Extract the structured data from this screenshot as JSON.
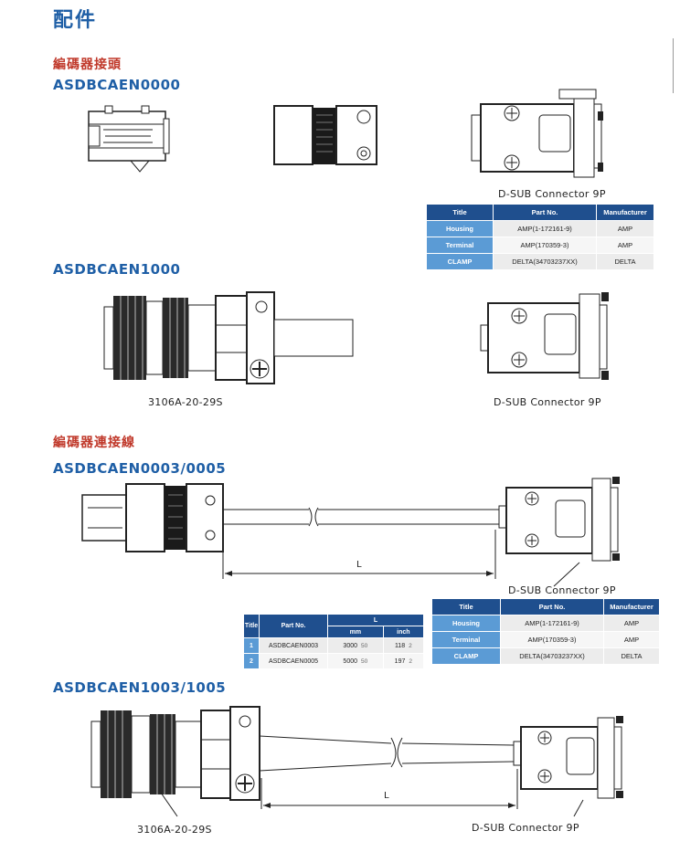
{
  "page": {
    "title": "配件"
  },
  "sections": {
    "encoder_connector": "編碼器接頭",
    "encoder_cable": "編碼器連接線"
  },
  "models": {
    "m0000": "ASDBCAEN0000",
    "m1000": "ASDBCAEN1000",
    "m0003": "ASDBCAEN0003/0005",
    "m1003": "ASDBCAEN1003/1005"
  },
  "captions": {
    "dsub_1": "D-SUB Connector 9P",
    "mil_2": "3106A-20-29S",
    "dsub_2": "D-SUB Connector 9P",
    "dsub_3": "D-SUB Connector 9P",
    "mil_4": "3106A-20-29S",
    "dsub_4": "D-SUB Connector 9P",
    "length_label_3": "L",
    "length_label_4": "L"
  },
  "parts_table_1": {
    "headers": [
      "Title",
      "Part No.",
      "Manufacturer"
    ],
    "rows": [
      [
        "Housing",
        "AMP(1-172161-9)",
        "AMP"
      ],
      [
        "Terminal",
        "AMP(170359-3)",
        "AMP"
      ],
      [
        "CLAMP",
        "DELTA(34703237XX)",
        "DELTA"
      ]
    ]
  },
  "parts_table_2": {
    "headers": [
      "Title",
      "Part No.",
      "Manufacturer"
    ],
    "rows": [
      [
        "Housing",
        "AMP(1-172161-9)",
        "AMP"
      ],
      [
        "Terminal",
        "AMP(170359-3)",
        "AMP"
      ],
      [
        "CLAMP",
        "DELTA(34703237XX)",
        "DELTA"
      ]
    ]
  },
  "length_table": {
    "h_title": "Title",
    "h_part": "Part No.",
    "h_L": "L",
    "h_mm": "mm",
    "h_inch": "inch",
    "rows": [
      {
        "idx": "1",
        "part": "ASDBCAEN0003",
        "mm": "3000",
        "mm_tol": "50",
        "inch": "118",
        "inch_tol": "2"
      },
      {
        "idx": "2",
        "part": "ASDBCAEN0005",
        "mm": "5000",
        "mm_tol": "50",
        "inch": "197",
        "inch_tol": "2"
      }
    ]
  },
  "colors": {
    "title_blue": "#1f5fa6",
    "section_red": "#c0392b",
    "table_header": "#1f4f8e",
    "table_rowhead": "#5b9bd5"
  }
}
